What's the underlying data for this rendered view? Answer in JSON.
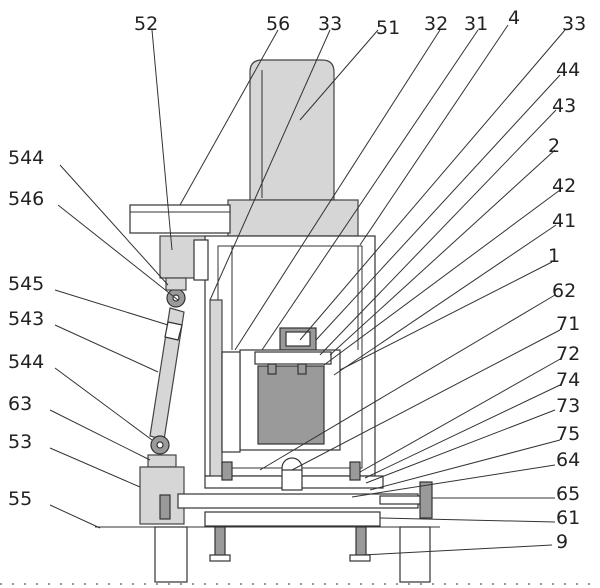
{
  "labels": {
    "l52": "52",
    "l56": "56",
    "l33a": "33",
    "l51": "51",
    "l32": "32",
    "l31": "31",
    "l4": "4",
    "l33b": "33",
    "l44": "44",
    "l43": "43",
    "l2": "2",
    "l42": "42",
    "l41": "41",
    "l1": "1",
    "l62": "62",
    "l71": "71",
    "l72": "72",
    "l74": "74",
    "l73": "73",
    "l75": "75",
    "l64": "64",
    "l65": "65",
    "l61": "61",
    "l9": "9",
    "l544a": "544",
    "l546": "546",
    "l545": "545",
    "l543": "543",
    "l544b": "544",
    "l63": "63",
    "l53": "53",
    "l55": "55"
  },
  "colors": {
    "line": "#333333",
    "fill_light": "#d6d6d6",
    "fill_dark": "#9a9a9a",
    "background": "#ffffff"
  }
}
